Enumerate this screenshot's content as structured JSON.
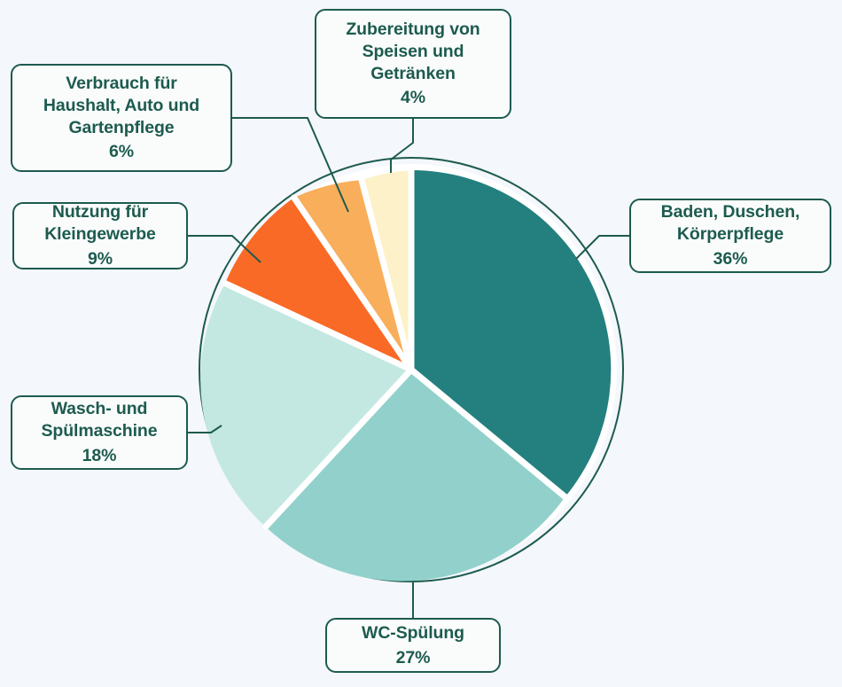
{
  "chart_data": {
    "type": "pie",
    "title": "",
    "unit": "percent",
    "legend_position": "callout-labels",
    "categories": [
      "Baden, Duschen, Körperpflege",
      "WC-Spülung",
      "Wasch- und Spülmaschine",
      "Nutzung für Kleingewerbe",
      "Verbrauch für Haushalt, Auto und Gartenpflege",
      "Zubereitung von Speisen und Getränken"
    ],
    "values": [
      36,
      27,
      18,
      9,
      6,
      4
    ],
    "value_labels": [
      "36%",
      "27%",
      "18%",
      "9%",
      "6%",
      "4%"
    ],
    "colors": [
      "#23807f",
      "#92d1cb",
      "#c3e8e1",
      "#f96a26",
      "#f9ae5c",
      "#fdf1c9"
    ],
    "start_angle_deg": 0,
    "direction": "clockwise"
  },
  "theme": {
    "background": "#f4f7fc",
    "box_fill": "#fafcfb",
    "ink": "#1d5b4f",
    "slice_gap": "#ffffff",
    "ring_stroke": "#1d5b4f"
  },
  "slices": {
    "baden": {
      "label": "Baden, Duschen,\nKörperpflege",
      "percent": "36%",
      "color": "#23807f"
    },
    "wc": {
      "label": "WC-Spülung",
      "percent": "27%",
      "color": "#92d1cb"
    },
    "wasch": {
      "label": "Wasch- und\nSpülmaschine",
      "percent": "18%",
      "color": "#c3e8e1"
    },
    "kleingewerbe": {
      "label": "Nutzung für\nKleingewerbe",
      "percent": "9%",
      "color": "#f96a26"
    },
    "verbrauch": {
      "label": "Verbrauch für\nHaushalt, Auto und\nGartenpflege",
      "percent": "6%",
      "color": "#f9ae5c"
    },
    "zubereitung": {
      "label": "Zubereitung von\nSpeisen und\nGetränken",
      "percent": "4%",
      "color": "#fdf1c9"
    }
  }
}
